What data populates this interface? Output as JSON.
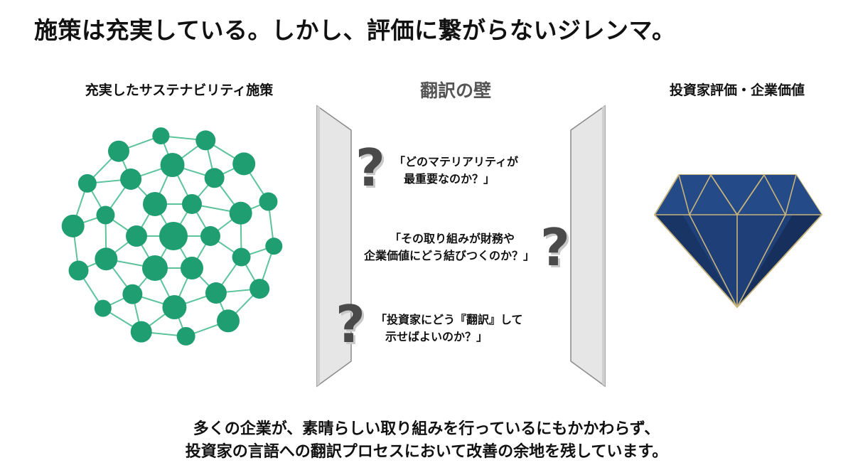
{
  "title": "施策は充実している。しかし、評価に繋がらないジレンマ。",
  "left_label": "充実したサステナビリティ施策",
  "wall_label": "翻訳の壁",
  "right_label": "投資家評価・企業価値",
  "questions": [
    {
      "line1": "「どのマテリアリティが",
      "line2": "最重要なのか？」",
      "mark": "?"
    },
    {
      "line1": "「その取り組みが財務や",
      "line2": "企業価値にどう結びつくのか？」",
      "mark": "?"
    },
    {
      "line1": "「投資家にどう『翻訳』して",
      "line2": "示せばよいのか？」",
      "mark": "?"
    }
  ],
  "bottom": {
    "line1": "多くの企業が、素晴らしい取り組みを行っているにもかかわらず、",
    "line2": "投資家の言語への翻訳プロセスにおいて改善の余地を残しています。"
  },
  "colors": {
    "network_green": "#1f9e72",
    "network_line": "#5cc39c",
    "diamond_blue": "#1e3f78",
    "diamond_gold": "#c8b47a",
    "wall_fill": "#e6e6e6",
    "wall_stroke": "#888888"
  }
}
